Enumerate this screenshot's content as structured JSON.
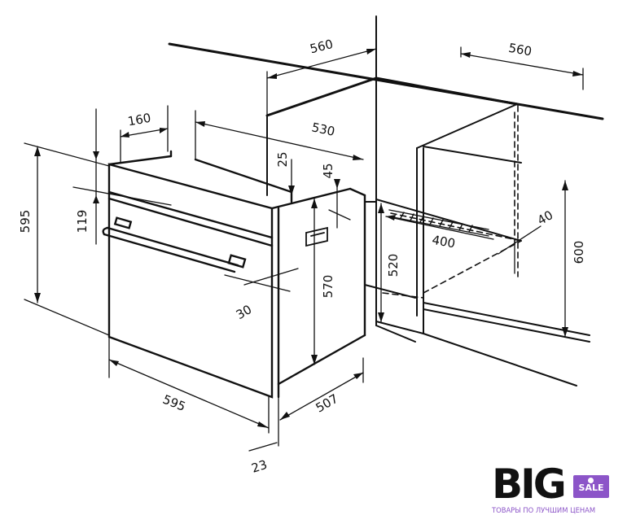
{
  "dimensions": {
    "top_width_left": "560",
    "top_width_right": "560",
    "oven_depth_top": "530",
    "control_panel_depth": "160",
    "trim_25": "25",
    "trim_45": "45",
    "oven_height_left": "595",
    "panel_height": "119",
    "niche_height": "600",
    "cutout_40": "40",
    "vent_400": "400",
    "body_height": "570",
    "niche_520": "520",
    "handle_30": "30",
    "oven_width": "595",
    "oven_depth_bottom": "507",
    "front_23": "23"
  },
  "brand": {
    "name": "BIG",
    "badge": "SALE",
    "tagline": "ТОВАРЫ ПО ЛУЧШИМ ЦЕНАМ",
    "accent": "#8c55c8"
  }
}
